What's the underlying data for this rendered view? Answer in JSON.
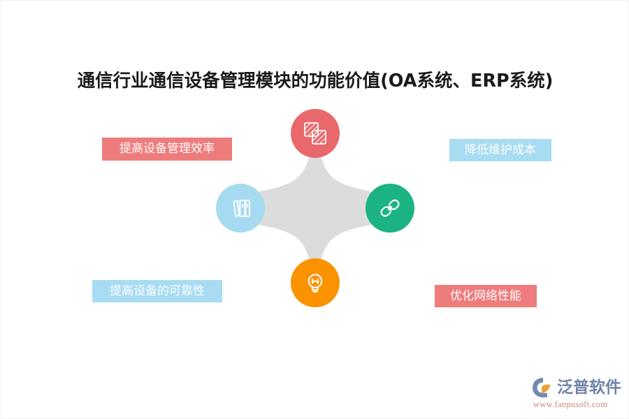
{
  "page": {
    "background_color": "#ffffff",
    "title": "通信行业通信设备管理模块的功能价值(OA系统、ERP系统)"
  },
  "diagram": {
    "type": "four-point-star-hub",
    "center_shape_color": "#DCDCDC",
    "nodes": [
      {
        "position": "top",
        "icon": "copy-documents-icon",
        "color": "#E8686B",
        "label_ref": "提高设备管理效率"
      },
      {
        "position": "left",
        "icon": "books-icon",
        "color": "#A6DAF0",
        "label_ref": "提高设备的可靠性"
      },
      {
        "position": "right",
        "icon": "chain-link-icon",
        "color": "#1BB383",
        "label_ref": "降低维护成本"
      },
      {
        "position": "bottom",
        "icon": "lightbulb-icon",
        "color": "#FB9200",
        "label_ref": "优化网络性能"
      }
    ]
  },
  "labels": {
    "top_left": {
      "text": "提高设备管理效率",
      "bg": "#EE7C7C",
      "fg": "#ffffff"
    },
    "top_right": {
      "text": "降低维护成本",
      "bg": "#A8DCF2",
      "fg": "#ffffff"
    },
    "bottom_left": {
      "text": "提高设备的可靠性",
      "bg": "#A8DCF2",
      "fg": "#ffffff"
    },
    "bottom_right": {
      "text": "优化网络性能",
      "bg": "#EE7C7C",
      "fg": "#ffffff"
    }
  },
  "logo": {
    "brand": "泛普软件",
    "url": "www.fanpusoft.com",
    "brand_color": "#6E83A8",
    "accent_color": "#E8A33D",
    "url_color": "#C98A7A"
  }
}
